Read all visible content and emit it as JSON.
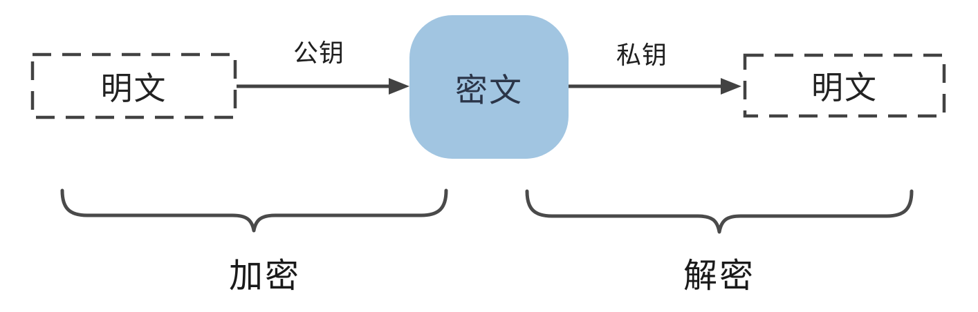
{
  "nodes": {
    "plaintext_left": "明文",
    "ciphertext": "密文",
    "plaintext_right": "明文"
  },
  "arrows": {
    "encrypt_key_label": "公钥",
    "decrypt_key_label": "私钥"
  },
  "phases": {
    "encrypt_label": "加密",
    "decrypt_label": "解密"
  },
  "colors": {
    "background": "#ffffff",
    "stroke": "#424242",
    "text": "#1f1f1f",
    "ciphertext_fill": "#a1c5e1",
    "ciphertext_text": "#2b3548"
  }
}
